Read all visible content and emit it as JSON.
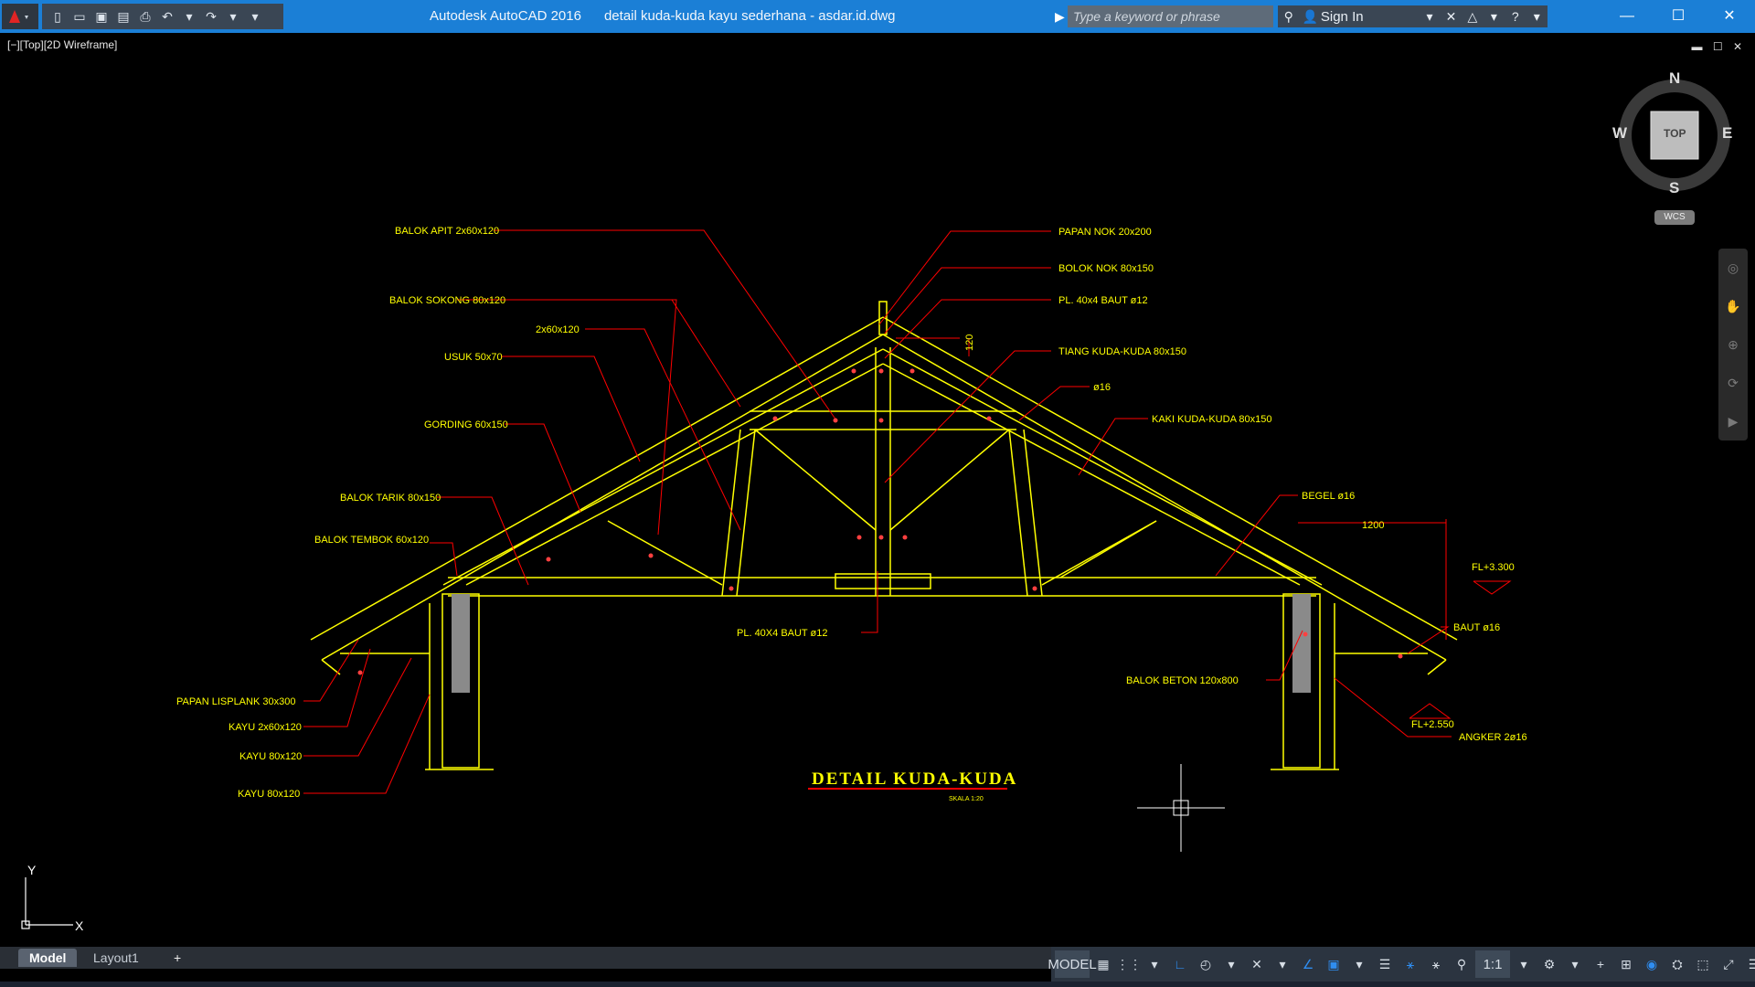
{
  "app": {
    "title": "Autodesk AutoCAD 2016",
    "file": "detail kuda-kuda kayu sederhana - asdar.id.dwg"
  },
  "search": {
    "placeholder": "Type a keyword or phrase"
  },
  "account": {
    "signin_label": "Sign In"
  },
  "viewport": {
    "label": "[−][Top][2D Wireframe]"
  },
  "viewcube": {
    "face": "TOP",
    "north": "N",
    "south": "S",
    "east": "E",
    "west": "W",
    "wcs": "WCS"
  },
  "drawing": {
    "title": "DETAIL KUDA-KUDA",
    "scale": "SKALA 1:20",
    "labels_left": [
      "BALOK APIT 2x60x120",
      "BALOK SOKONG 80x120",
      "2x60x120",
      "USUK 50x70",
      "GORDING 60x150",
      "BALOK TARIK 80x150",
      "BALOK TEMBOK 60x120",
      "PAPAN LISPLANK 30x300",
      "KAYU 2x60x120",
      "KAYU 80x120",
      "KAYU 80x120"
    ],
    "labels_right": [
      "PAPAN NOK 20x200",
      "BOLOK NOK 80x150",
      "PL. 40x4 BAUT ø12",
      "TIANG KUDA-KUDA 80x150",
      "ø16",
      "KAKI KUDA-KUDA 80x150",
      "BEGEL ø16",
      "BAUT ø16",
      "BALOK BETON 120x800",
      "ANGKER 2ø16"
    ],
    "label_center_bottom": "PL. 40X4 BAUT ø12",
    "dim_top": "120",
    "dim_span": "1200",
    "level_top": "FL+3.300",
    "level_bottom": "FL+2.550"
  },
  "ucs": {
    "x": "X",
    "y": "Y"
  },
  "tabs": [
    "Model",
    "Layout1",
    "+"
  ],
  "status": {
    "mode": "MODEL",
    "scale": "1:1"
  },
  "colors": {
    "titlebar": "#1b7fd6",
    "line": "#ffff00",
    "leader": "#ff0000",
    "text": "#ffff00"
  }
}
